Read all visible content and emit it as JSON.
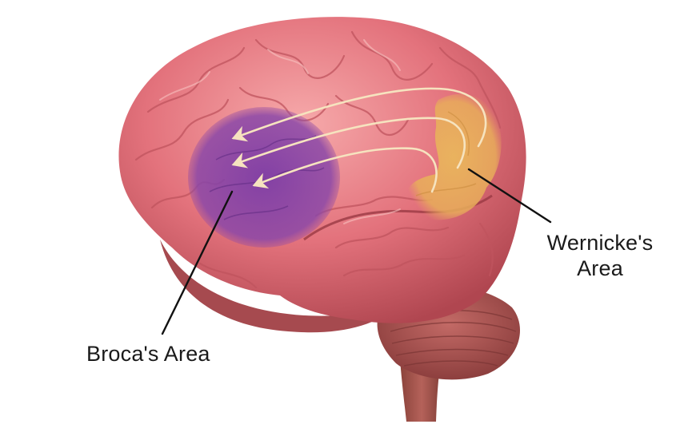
{
  "diagram": {
    "subject": "Human brain lateral view",
    "labels": {
      "broca": "Broca's Area",
      "wernicke_line1": "Wernicke's",
      "wernicke_line2": "Area"
    },
    "regions": [
      {
        "name": "Broca's Area",
        "color": "#7b3fa3"
      },
      {
        "name": "Wernicke's Area",
        "color": "#e9b55a"
      }
    ],
    "arrows": {
      "count": 3,
      "from": "Wernicke's Area",
      "to": "Broca's Area",
      "color": "#f6e3bf"
    },
    "colors": {
      "background": "#ffffff",
      "cortex": "#e3727c",
      "cortex_highlight": "#f4a3a3",
      "cortex_shadow": "#b4454f",
      "cerebellum": "#a8504f",
      "brainstem": "#9c4a45",
      "pointer_line": "#111111",
      "label_text": "#1a1a1a"
    }
  }
}
